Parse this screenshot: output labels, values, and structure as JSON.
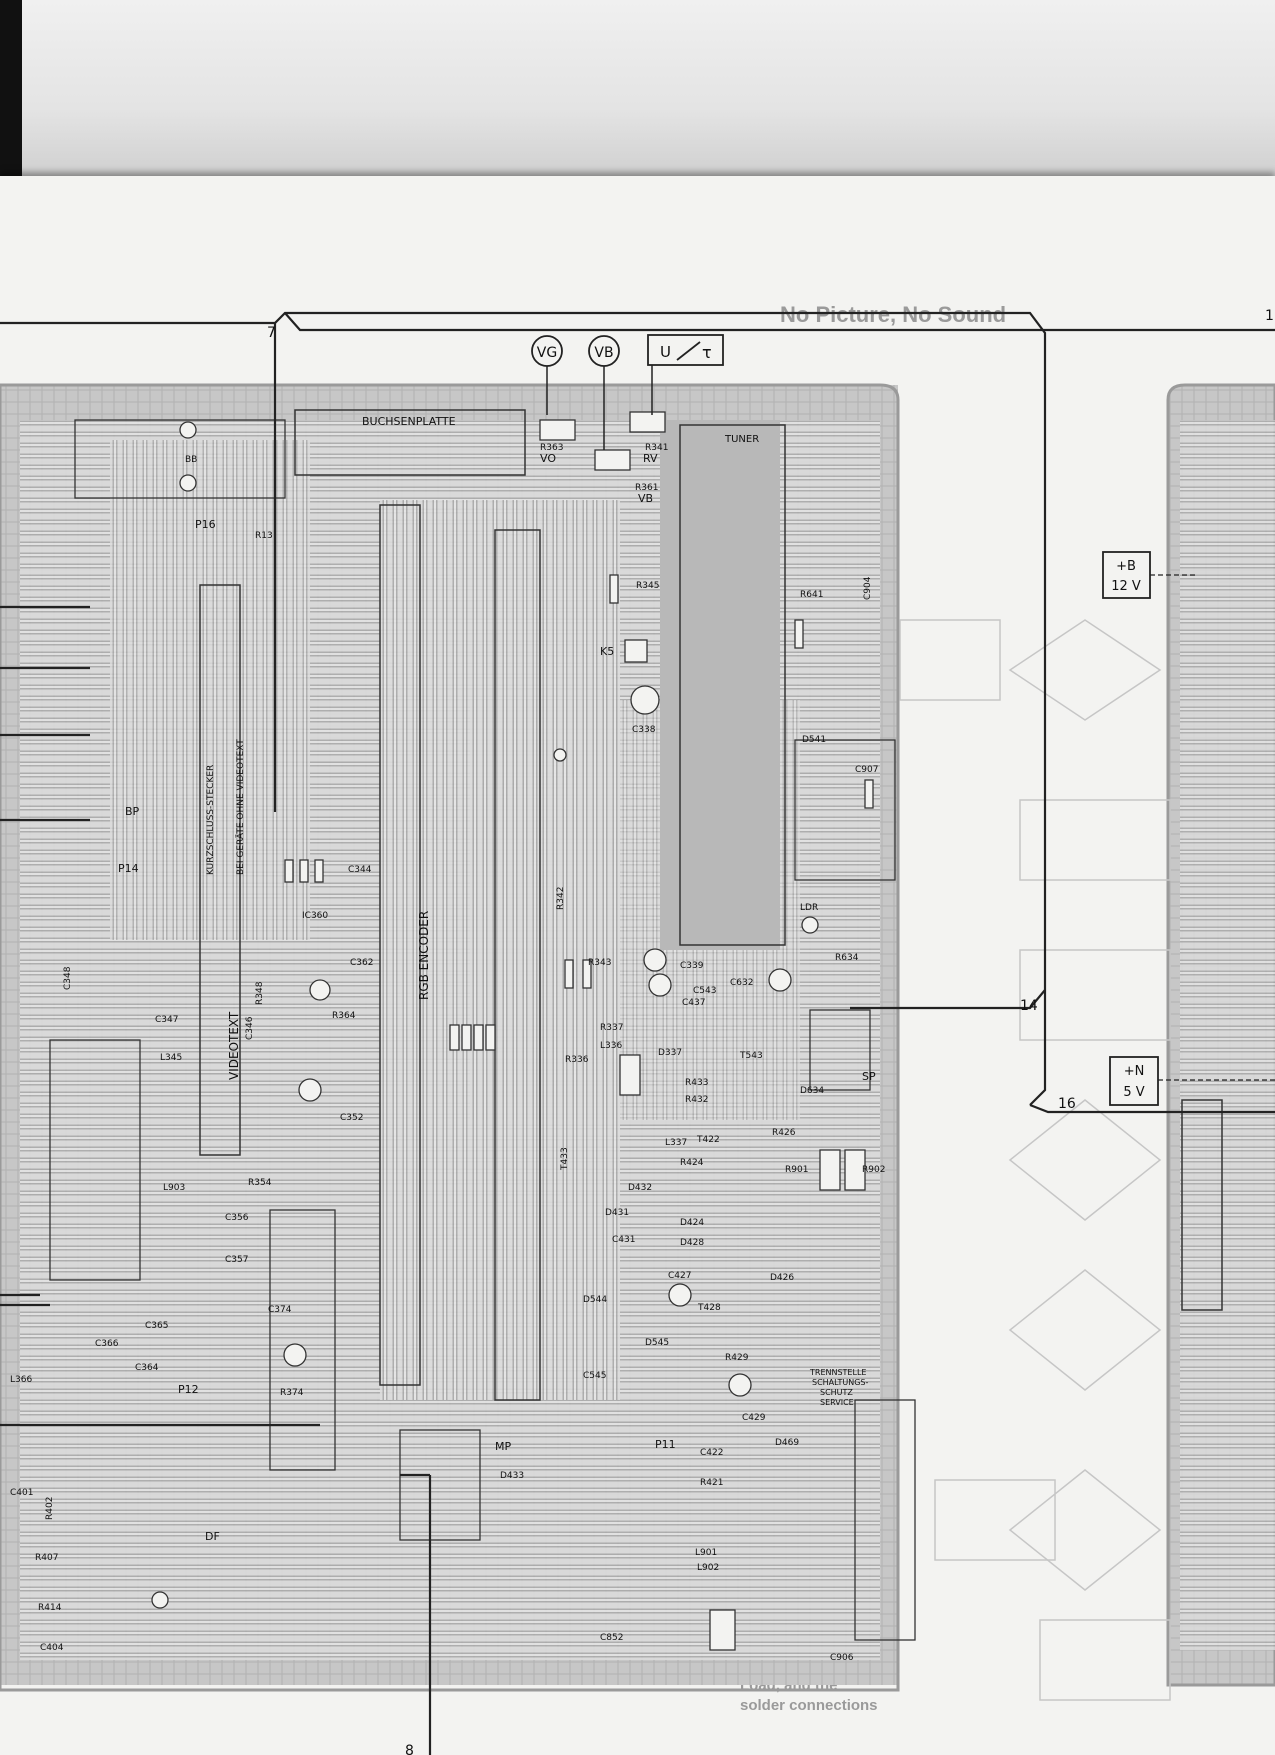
{
  "ghost_title": "No Picture, No Sound",
  "node_labels": {
    "n7": "7",
    "n8": "8",
    "n14": "14",
    "n16": "16",
    "n1": "1"
  },
  "test_points": {
    "vg": "VG",
    "vb": "VB"
  },
  "supply_boxes": [
    {
      "line1": "+B",
      "line2": "12 V"
    },
    {
      "line1": "+N",
      "line2": "5 V"
    }
  ],
  "board_labels": {
    "buchsenplatte": "BUCHSENPLATTE",
    "tuner": "TUNER",
    "rgb_encoder": "RGB ENCODER",
    "videotext": "VIDEOTEXT",
    "kurzschluss": "KURZSCHLUSS-STECKER",
    "bei_geraete": "BEI GERÄTE OHNE VIDEOTEXT",
    "trennstelle": "TRENNSTELLE",
    "schaltungs": "SCHALTUNGS-",
    "schutz": "SCHUTZ",
    "service": "SERVICE",
    "p16": "P16",
    "p14": "P14",
    "p12": "P12",
    "p11": "P11",
    "k5": "K5",
    "sp": "SP",
    "mp": "MP",
    "bp": "BP",
    "df": "DF",
    "ic360": "IC360",
    "r363": "R363",
    "r361": "R361",
    "r341": "R341",
    "vo": "VO",
    "vb_small": "VB",
    "rv": "RV",
    "r345": "R345",
    "r343": "R343",
    "r342": "R342",
    "r348": "R348",
    "r364": "R364",
    "r354": "R354",
    "r374": "R374",
    "r336": "R336",
    "r337": "R337",
    "r433": "R433",
    "r432": "R432",
    "r426": "R426",
    "r424": "R424",
    "r429": "R429",
    "r421": "R421",
    "r407": "R407",
    "r414": "R414",
    "r634": "R634",
    "r641": "R641",
    "c338": "C338",
    "c339": "C339",
    "c344": "C344",
    "c346": "C346",
    "c347": "C347",
    "c348": "C348",
    "c352": "C352",
    "c356": "C356",
    "c357": "C357",
    "c362": "C362",
    "c364": "C364",
    "c365": "C365",
    "c366": "C366",
    "c374": "C374",
    "c401": "C401",
    "c404": "C404",
    "c422": "C422",
    "c427": "C427",
    "c429": "C429",
    "c431": "C431",
    "c437": "C437",
    "c543": "C543",
    "c545": "C545",
    "c632": "C632",
    "c852": "C852",
    "c904": "C904",
    "c906": "C906",
    "c907": "C907",
    "d337": "D337",
    "d424": "D424",
    "d426": "D426",
    "d428": "D428",
    "d431": "D431",
    "d432": "D432",
    "d433": "D433",
    "d469": "D469",
    "d541": "D541",
    "d544": "D544",
    "d545": "D545",
    "d634": "D634",
    "t422": "T422",
    "t428": "T428",
    "t433": "T433",
    "t543": "T543",
    "l336": "L336",
    "l337": "L337",
    "l345": "L345",
    "l366": "L366",
    "l901": "L901",
    "l902": "L902",
    "l903": "L903",
    "r901": "R901",
    "r902": "R902",
    "ldr": "LDR",
    "r13": "R13",
    "bb": "BB",
    "r402": "R402"
  },
  "ghost_text": [
    "Load, and the",
    "solder connections"
  ],
  "colors": {
    "trace": "#a7a7a7",
    "copper": "#bdbdbd",
    "line": "#222222",
    "paper": "#f3f3f1"
  }
}
